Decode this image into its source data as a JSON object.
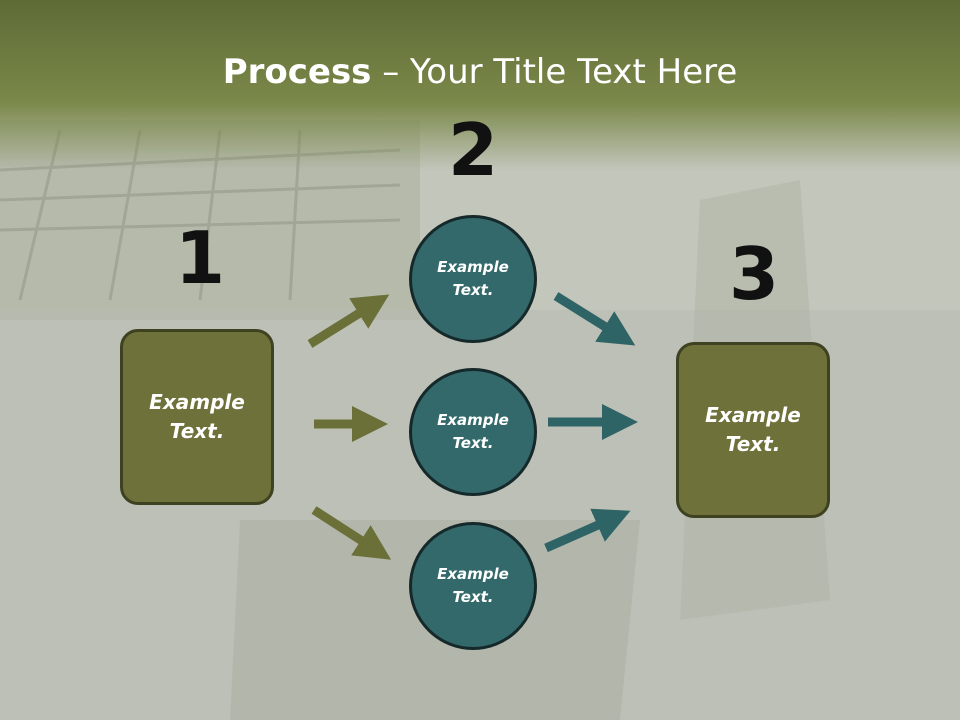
{
  "title": {
    "bold": "Process",
    "rest": " – Your Title Text Here"
  },
  "steps": {
    "n1": "1",
    "n2": "2",
    "n3": "3"
  },
  "left_box": "Example Text.",
  "right_box": "Example Text.",
  "circles": [
    "Example Text.",
    "Example Text.",
    "Example Text."
  ],
  "colors": {
    "header": "#6e7c40",
    "box_fill": "#6e7139",
    "circle_fill": "#33696b",
    "arrow_olive": "#6b7039",
    "arrow_teal": "#2f6466"
  }
}
